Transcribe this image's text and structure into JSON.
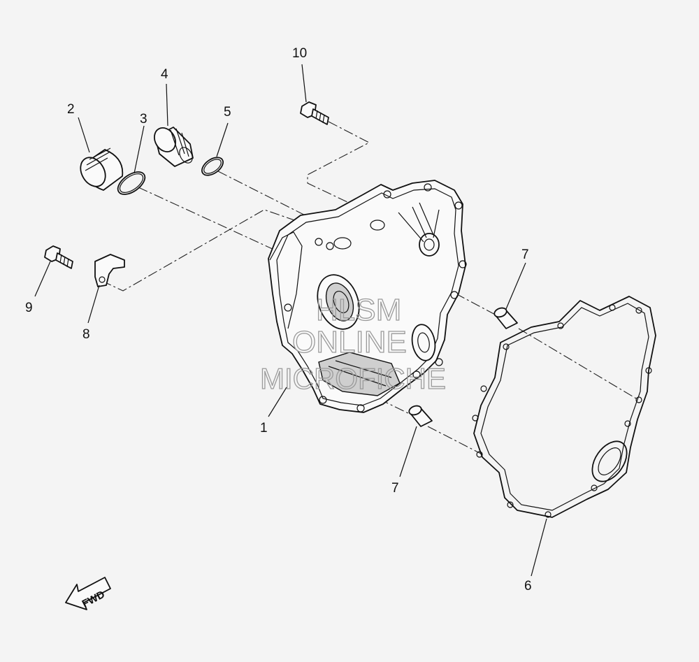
{
  "callouts": {
    "c1": "1",
    "c2": "2",
    "c3": "3",
    "c4": "4",
    "c5": "5",
    "c6": "6",
    "c7a": "7",
    "c7b": "7",
    "c8": "8",
    "c9": "9",
    "c10": "10"
  },
  "watermark": {
    "line1": "HLSM",
    "line2": "ONLINE",
    "line3": "MICROFICHE"
  },
  "fwd_label": "FWD",
  "colors": {
    "background": "#f4f4f4",
    "ink": "#111111",
    "watermark": "#9a9a9a"
  }
}
